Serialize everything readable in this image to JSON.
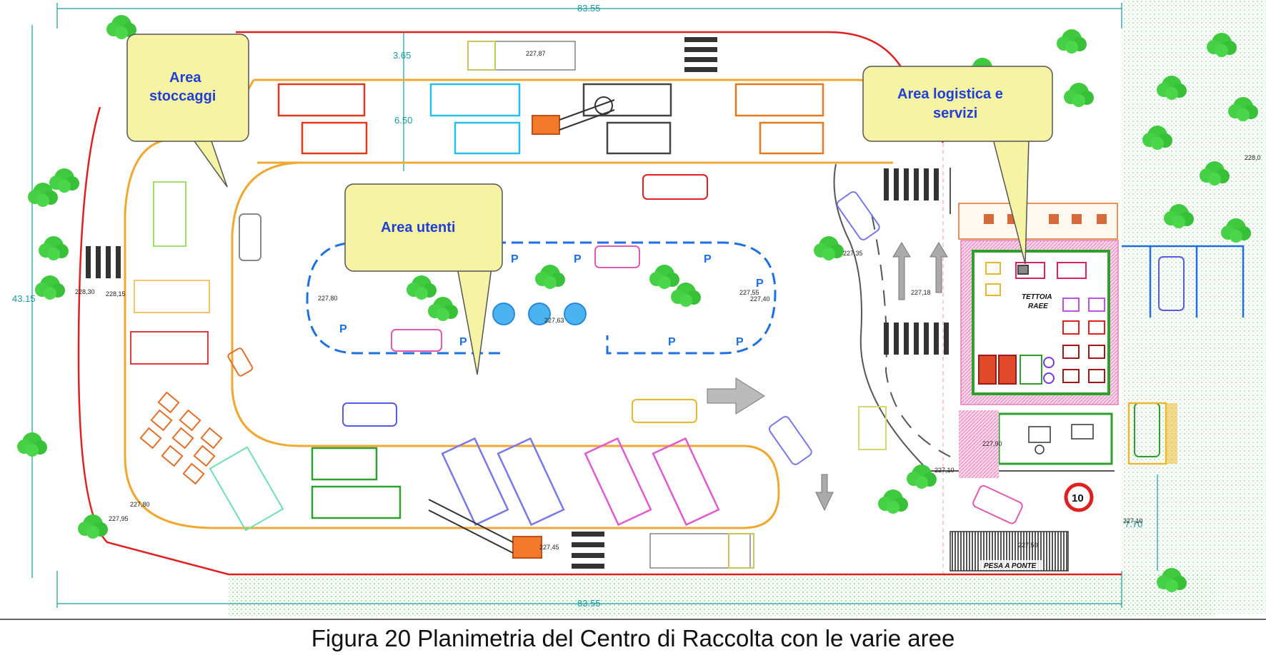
{
  "caption": "Figura 20 Planimetria del Centro di Raccolta con le varie aree",
  "areas": {
    "stoccaggi": [
      "Area",
      "stoccaggi"
    ],
    "utenti": [
      "Area utenti"
    ],
    "logistica": [
      "Area logistica e",
      "servizi"
    ]
  },
  "dimensions": {
    "width_top": "83.55",
    "width_bottom": "83.55",
    "height_left": "43.15",
    "lane_top": "3.65",
    "lane_mid": "6.50",
    "right_bottom": "7.70"
  },
  "labels": {
    "tettoia_1": "TETTOIA",
    "tettoia_2": "RAEE",
    "pesa": "PESA A PONTE",
    "parking": "P",
    "speed_sign": "10"
  },
  "elevations": [
    "227,87",
    "228,30",
    "228,15",
    "227,80",
    "227,63",
    "227,55",
    "227,40",
    "227,35",
    "227,18",
    "227,90",
    "227,10",
    "227,80",
    "227,95",
    "227,45",
    "227,50",
    "227,10",
    "228,0"
  ],
  "colors": {
    "road": "#f0a830",
    "boundary": "#e02020",
    "vegetation": "#3ec93e",
    "dimension": "#1a9aa0",
    "bubble_fill": "#f7f3a4",
    "bubble_text": "#1f3fd6",
    "parking": "#1e6fe0"
  }
}
